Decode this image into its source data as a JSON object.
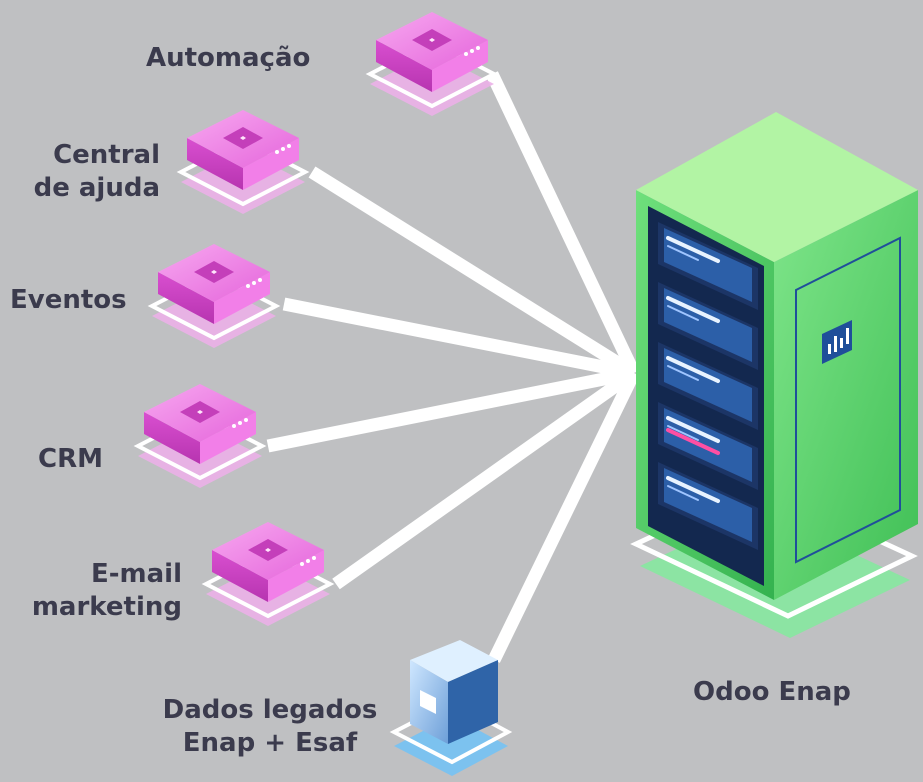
{
  "nodes": {
    "automacao": {
      "label": "Automação"
    },
    "central": {
      "line1": "Central",
      "line2": "de ajuda"
    },
    "eventos": {
      "label": "Eventos"
    },
    "crm": {
      "label": "CRM"
    },
    "email": {
      "line1": "E-mail",
      "line2": "marketing"
    },
    "legados": {
      "line1": "Dados legados",
      "line2": "Enap + Esaf"
    }
  },
  "hub": {
    "label": "Odoo Enap"
  },
  "icons": {
    "module": "pink-server-box-icon",
    "legacy": "blue-cube-icon",
    "hub": "green-server-rack-icon",
    "hub_badge": "bar-chart-icon"
  },
  "colors": {
    "background": "#bfc0c2",
    "text": "#3b3b4d",
    "module_pink": "#ec6ee0",
    "hub_green": "#4fd26b",
    "legacy_blue": "#2f64a8",
    "connector": "#ffffff"
  }
}
